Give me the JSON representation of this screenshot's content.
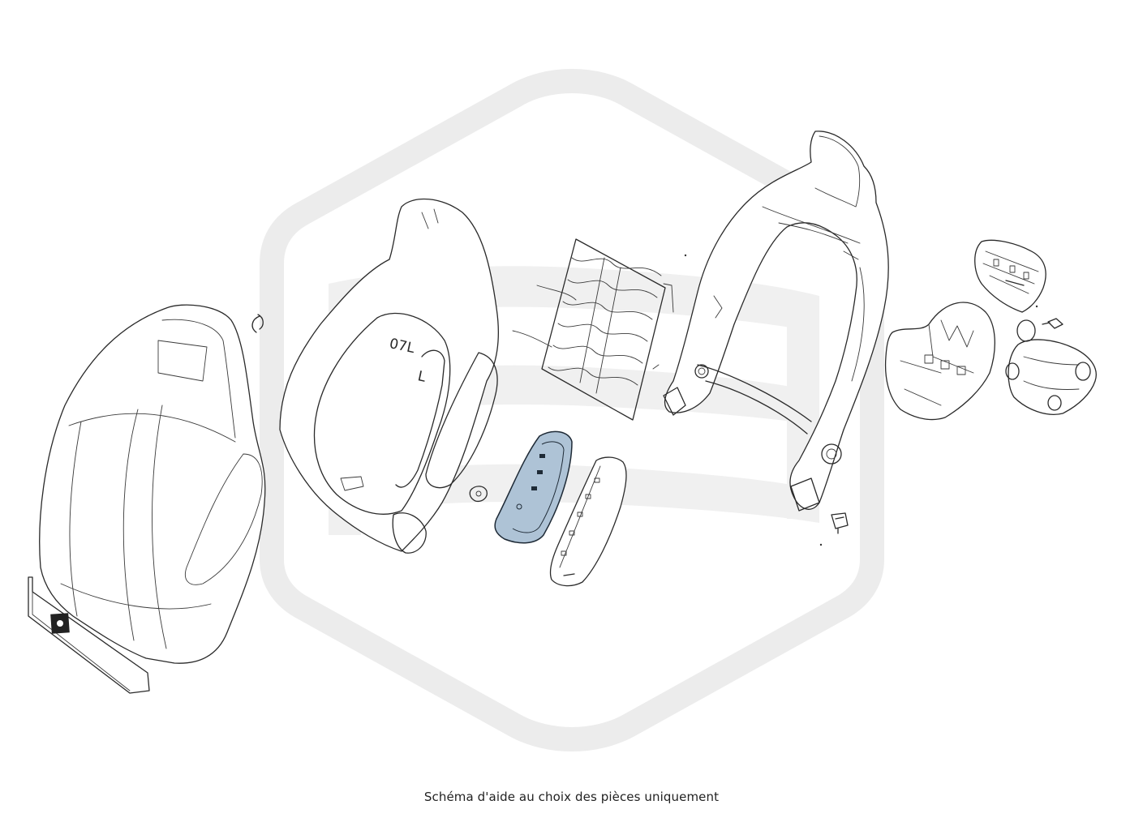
{
  "caption": "Schéma d'aide au choix des pièces uniquement",
  "part_marking": {
    "a": "07L",
    "b": "L"
  },
  "colors": {
    "background": "#ffffff",
    "watermark": "#ececec",
    "line": "#2a2a2a",
    "highlighted_part": "#aec3d6"
  },
  "parts": [
    {
      "name": "seat-back-cover",
      "highlighted": false
    },
    {
      "name": "clip",
      "highlighted": false
    },
    {
      "name": "seat-back-foam-pad",
      "highlighted": false
    },
    {
      "name": "nut",
      "highlighted": false
    },
    {
      "name": "spring-mat",
      "highlighted": false
    },
    {
      "name": "side-panel-trim",
      "highlighted": true
    },
    {
      "name": "side-airbag-cover",
      "highlighted": false
    },
    {
      "name": "seat-back-frame",
      "highlighted": false
    },
    {
      "name": "screw",
      "highlighted": false
    },
    {
      "name": "airbag-module-upper",
      "highlighted": false
    },
    {
      "name": "airbag-module-housing",
      "highlighted": false
    },
    {
      "name": "airbag-inflator",
      "highlighted": false
    },
    {
      "name": "bolt",
      "highlighted": false
    }
  ]
}
